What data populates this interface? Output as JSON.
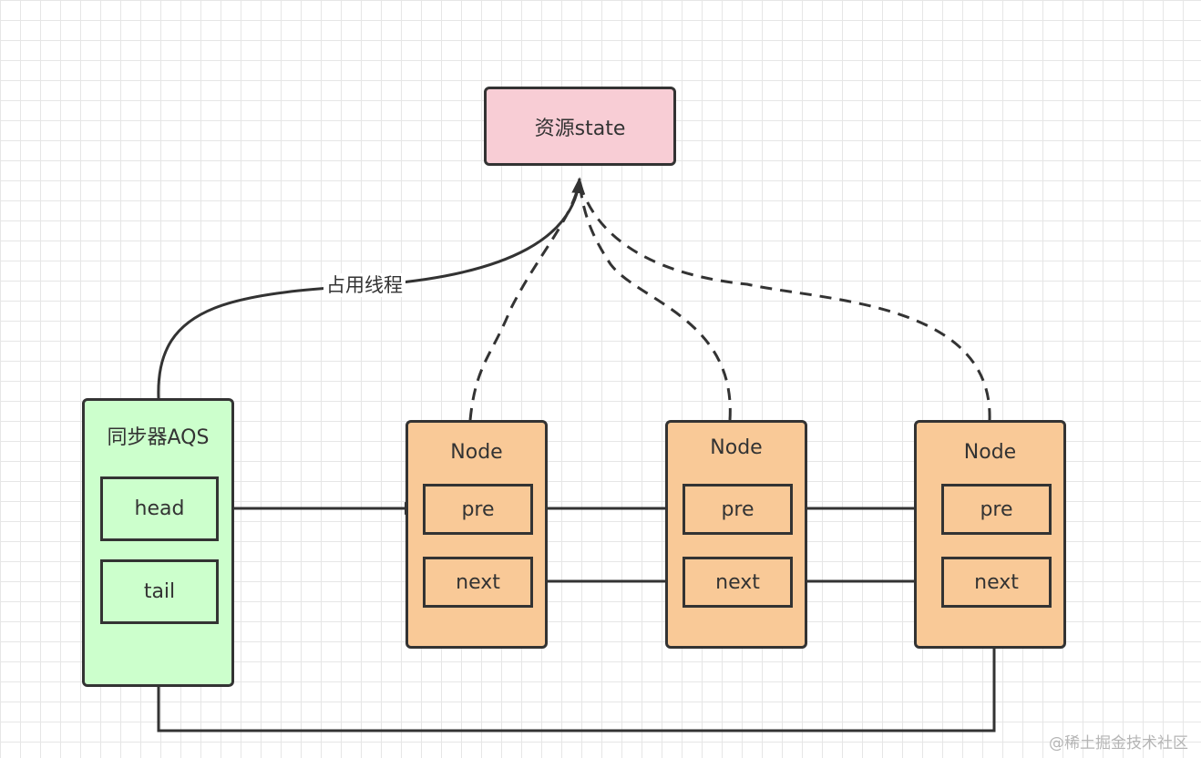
{
  "resource": {
    "label": "资源state"
  },
  "aqs": {
    "title": "同步器AQS",
    "head_label": "head",
    "tail_label": "tail"
  },
  "edge_labels": {
    "owner_thread": "占用线程"
  },
  "nodes": [
    {
      "title": "Node",
      "pre_label": "pre",
      "next_label": "next"
    },
    {
      "title": "Node",
      "pre_label": "pre",
      "next_label": "next"
    },
    {
      "title": "Node",
      "pre_label": "pre",
      "next_label": "next"
    }
  ],
  "watermark": "@稀土掘金技术社区",
  "colors": {
    "resource_fill": "#f8cdd5",
    "aqs_fill": "#ccffcc",
    "node_fill": "#f9c997",
    "stroke": "#333333"
  }
}
